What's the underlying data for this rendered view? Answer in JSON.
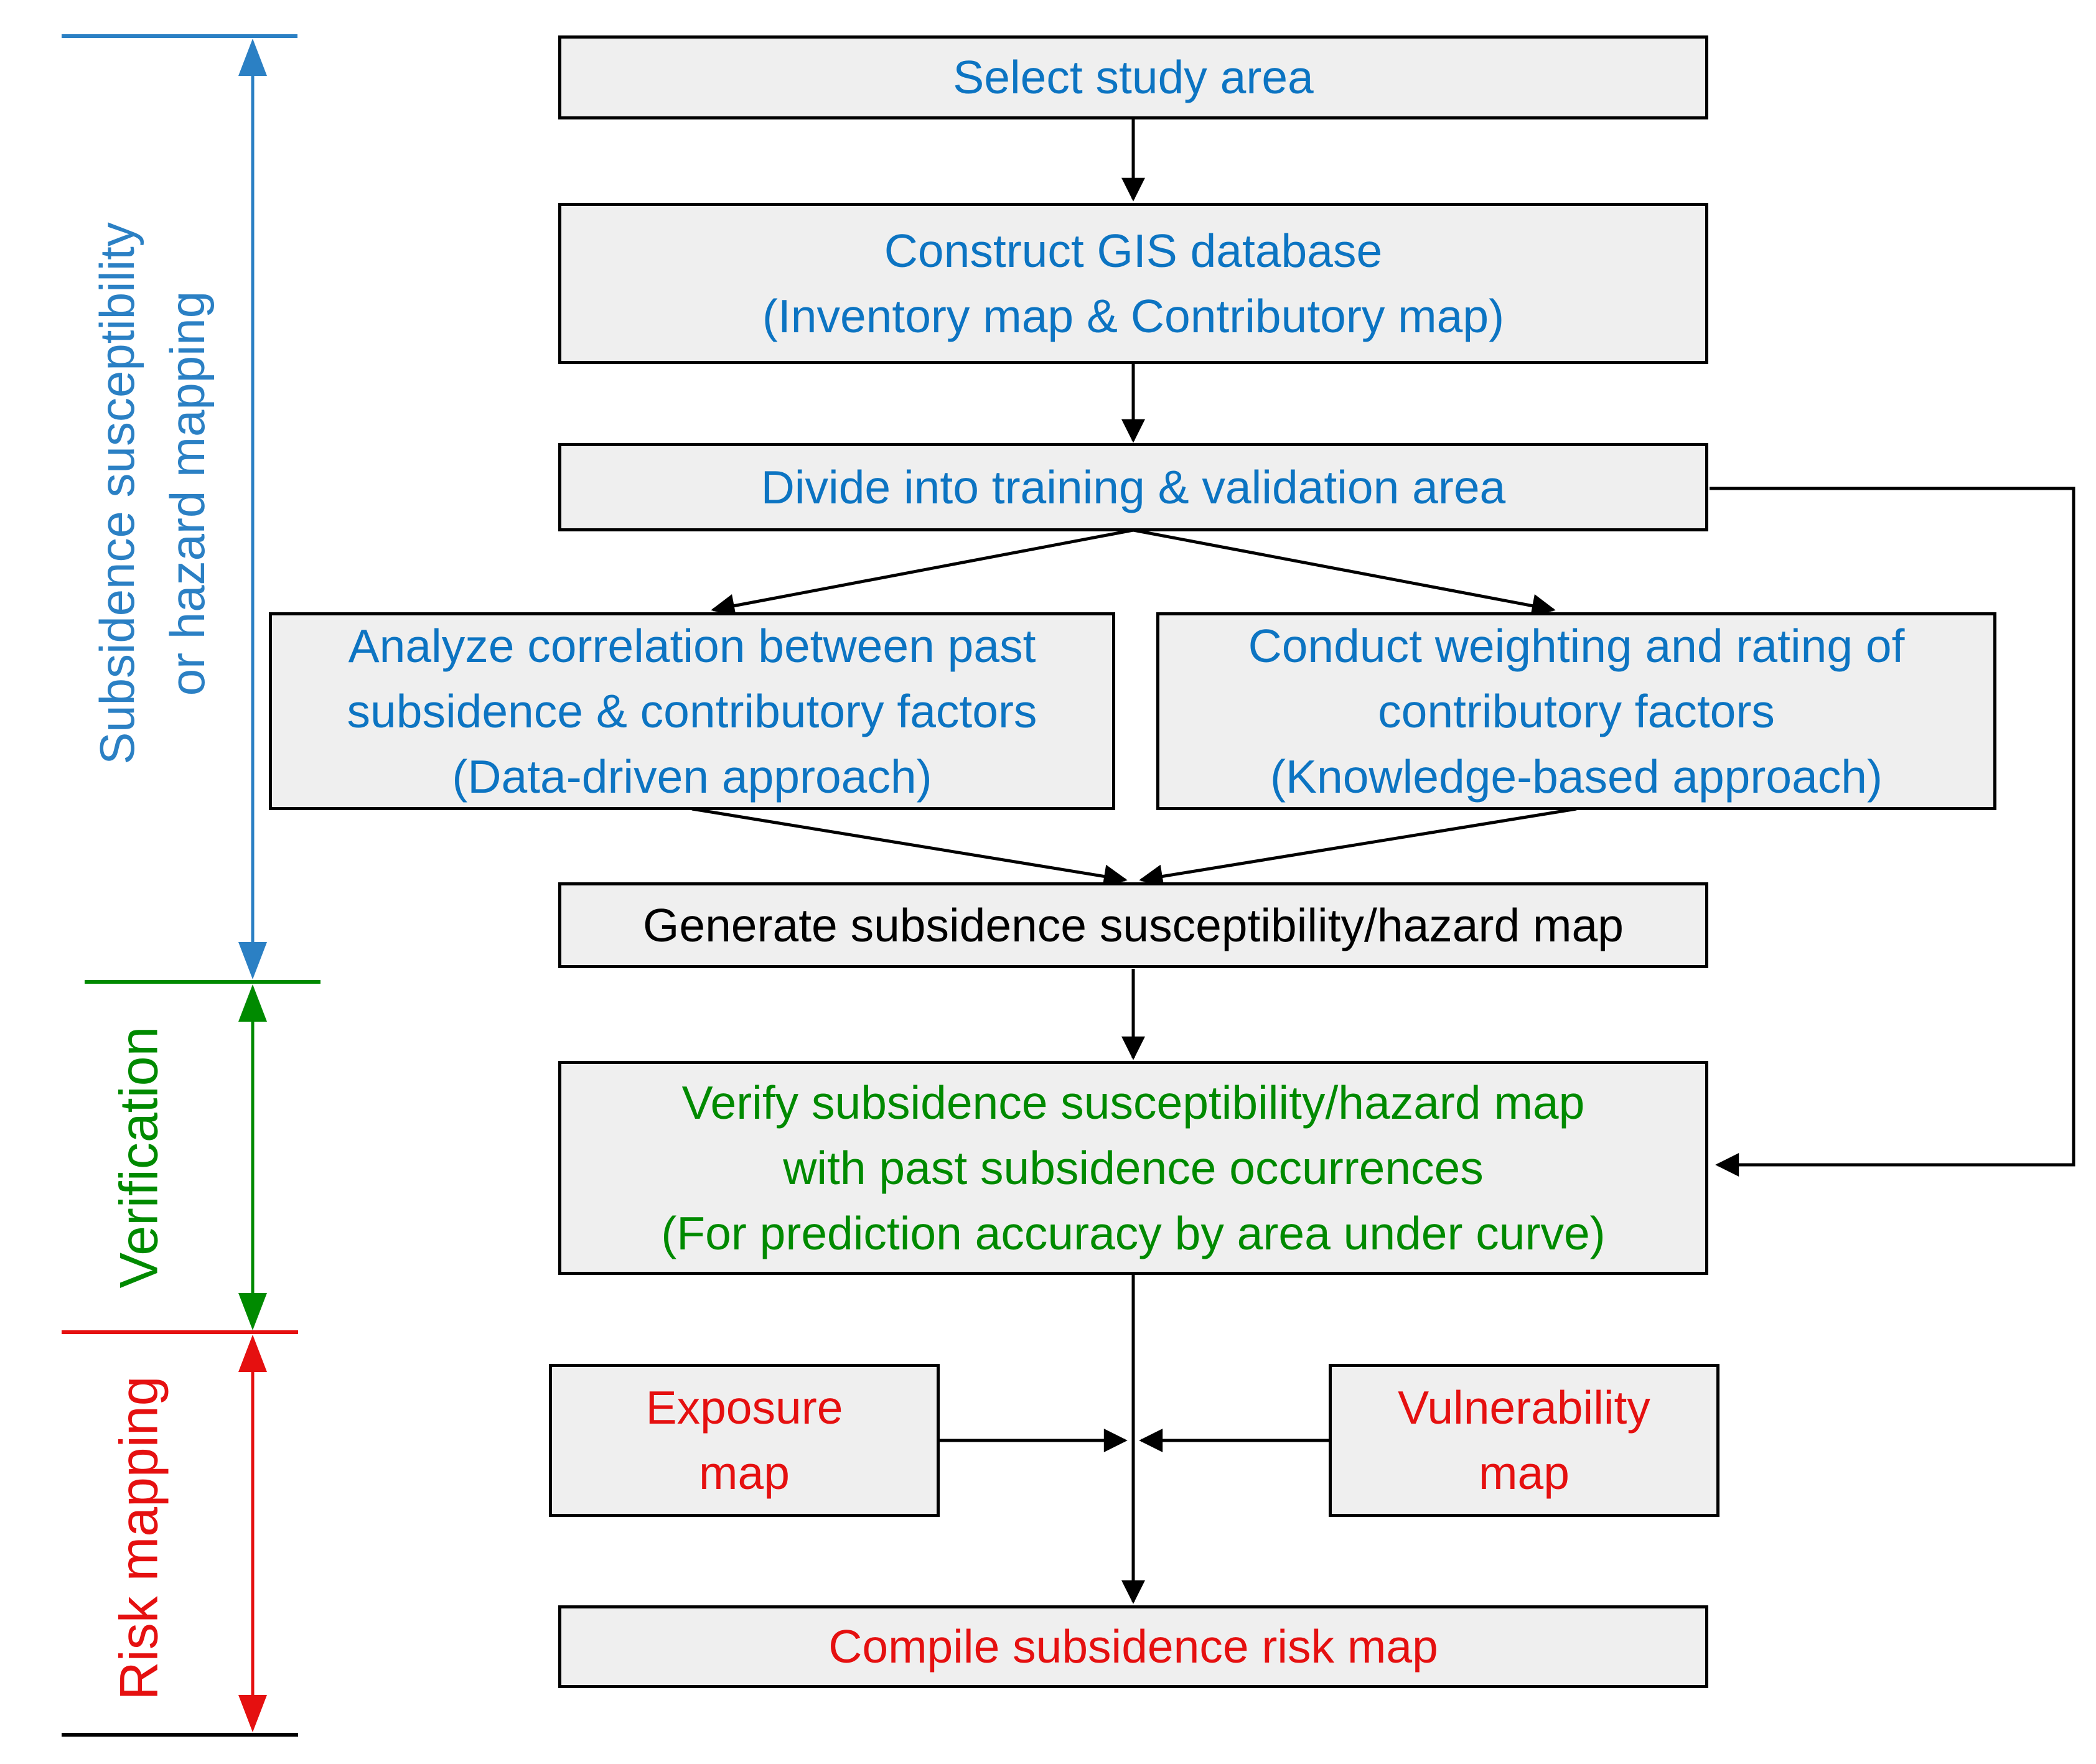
{
  "diagram_title": "Subsidence risk mapping workflow flowchart",
  "palette": {
    "box_fill": "#efefef",
    "box_border": "#000000",
    "flow_line": "#000000",
    "blue_text": "#0c74c2",
    "sidebar_blue": "#2b80c4",
    "green": "#008a00",
    "red": "#e51010",
    "black_text": "#000000"
  },
  "sidebar": {
    "sections": [
      {
        "label": "Subsidence susceptibility\nor hazard mapping",
        "color": "#2b80c4",
        "marker": "double-headed-vertical-arrow"
      },
      {
        "label": "Verification",
        "color": "#008a00",
        "marker": "double-headed-vertical-arrow"
      },
      {
        "label": "Risk mapping",
        "color": "#e51010",
        "marker": "double-headed-vertical-arrow"
      }
    ]
  },
  "boxes": {
    "select": {
      "label": "Select study area",
      "text_color": "#0c74c2"
    },
    "construct": {
      "label": "Construct GIS database\n(Inventory map & Contributory map)",
      "text_color": "#0c74c2"
    },
    "divide": {
      "label": "Divide into training & validation area",
      "text_color": "#0c74c2"
    },
    "analyze": {
      "label": "Analyze correlation between past\nsubsidence & contributory factors\n(Data-driven approach)",
      "text_color": "#0c74c2"
    },
    "conduct": {
      "label": "Conduct weighting and rating of\ncontributory factors\n(Knowledge-based approach)",
      "text_color": "#0c74c2"
    },
    "generate": {
      "label": "Generate subsidence susceptibility/hazard map",
      "text_color": "#000000"
    },
    "verify": {
      "label": "Verify subsidence susceptibility/hazard map\nwith past subsidence occurrences\n(For prediction accuracy by area under curve)",
      "text_color": "#008a00"
    },
    "exposure": {
      "label": "Exposure\nmap",
      "text_color": "#e51010"
    },
    "vulnerability": {
      "label": "Vulnerability\nmap",
      "text_color": "#e51010"
    },
    "compile": {
      "label": "Compile subsidence risk map",
      "text_color": "#e51010"
    }
  }
}
